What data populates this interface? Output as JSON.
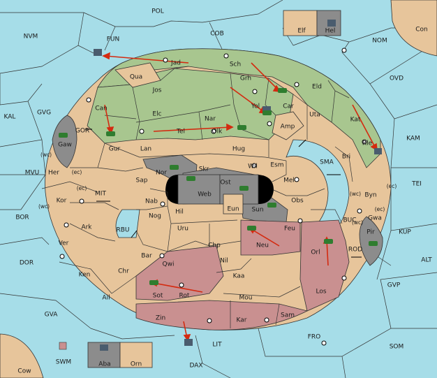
{
  "colors": {
    "water": "#a6dde8",
    "neutral": "#e7c59b",
    "green": "#a8c68f",
    "red": "#c99090",
    "gray": "#8c8c8c",
    "black": "#000000",
    "arrow": "#d42a10",
    "army": "#2f7d2f",
    "fleet": "#4a5c6e"
  },
  "labels": {
    "pol": "POL",
    "nvm": "NVM",
    "fun": "FUN",
    "cob": "COB",
    "elf": "Elf",
    "hel": "Hel",
    "nom": "NOM",
    "con": "Con",
    "ovd": "OVD",
    "kal": "KAL",
    "gvg": "GVG",
    "kam": "KAM",
    "tei": "TEI",
    "mvu": "MVU",
    "bor": "BOR",
    "dor": "DOR",
    "gva": "GVA",
    "swm": "SWM",
    "cow": "Cow",
    "aba": "Aba",
    "orn": "Orn",
    "dax": "DAX",
    "lit": "LIT",
    "fro": "FRO",
    "som": "SOM",
    "gvp": "GVP",
    "alt": "ALT",
    "kup": "KUP",
    "rod": "ROD",
    "buc": "BUC",
    "sma": "SMA",
    "mit": "MIT",
    "rbu": "RBU",
    "gor": "GOR",
    "jad": "Jad",
    "sch": "Sch",
    "qua": "Qua",
    "jos": "Jos",
    "grh": "Grh",
    "eld": "Eld",
    "can": "Can",
    "car": "Car",
    "yol": "Yol",
    "uta": "Uta",
    "elc": "Elc",
    "nar": "Nar",
    "amp": "Amp",
    "kat": "Kat",
    "gaw": "Gaw",
    "gur": "Gur",
    "tel": "Tel",
    "olk": "Olk",
    "rle": "Rle",
    "lan": "Lan",
    "hug": "Hug",
    "bri": "Bri",
    "wil": "Wil",
    "esm": "Esm",
    "nor": "Nor",
    "skr": "Skr",
    "ost": "Ost",
    "her": "Her",
    "sap": "Sap",
    "web": "Web",
    "mel": "Mel",
    "byn": "Byn",
    "kor": "Kor",
    "nab": "Nab",
    "eun": "Eun",
    "sun": "Sun",
    "obs": "Obs",
    "gwa": "Gwa",
    "hil": "Hil",
    "nog": "Nog",
    "ark": "Ark",
    "uru": "Uru",
    "feu": "Feu",
    "pir": "Pir",
    "neu": "Neu",
    "orl": "Orl",
    "ver": "Ver",
    "chp": "Chp",
    "bar": "Bar",
    "qwi": "Qwi",
    "nil": "Nil",
    "ken": "Ken",
    "chr": "Chr",
    "kaa": "Kaa",
    "sot": "Sot",
    "rot": "Rot",
    "los": "Los",
    "ail": "Ail",
    "mou": "Mou",
    "zin": "Zin",
    "kar": "Kar",
    "sam": "Sam",
    "wc": "(wc)",
    "ec": "(ec)"
  }
}
